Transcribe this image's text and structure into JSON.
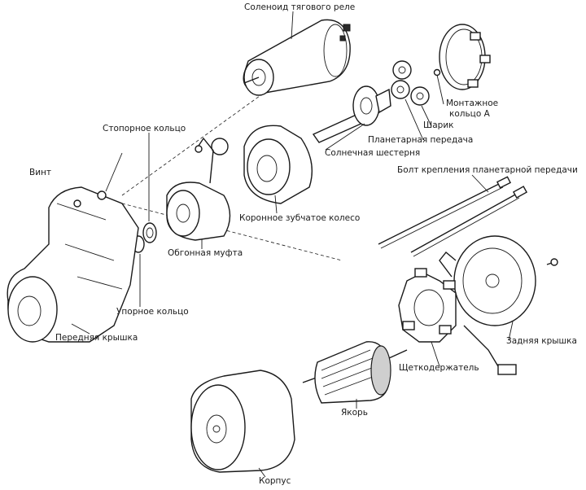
{
  "labels": {
    "solenoid": "Соленоид тягового реле",
    "stop_ring": "Стопорное кольцо",
    "screw": "Винт",
    "sun_gear": "Солнечная шестерня",
    "planetary_gear": "Планетарная передача",
    "ball": "Шарик",
    "mounting_ring_line1": "Монтажное",
    "mounting_ring_line2": "кольцо А",
    "planetary_bolt": "Болт крепления планетарной передачи",
    "ring_gear": "Коронное зубчатое колесо",
    "overrunning_clutch": "Обгонная муфта",
    "thrust_ring": "Упорное кольцо",
    "front_cover": "Передняя крышка",
    "rear_cover": "Задняя крышка",
    "brush_holder": "Щеткодержатель",
    "armature": "Якорь",
    "housing": "Корпус"
  }
}
